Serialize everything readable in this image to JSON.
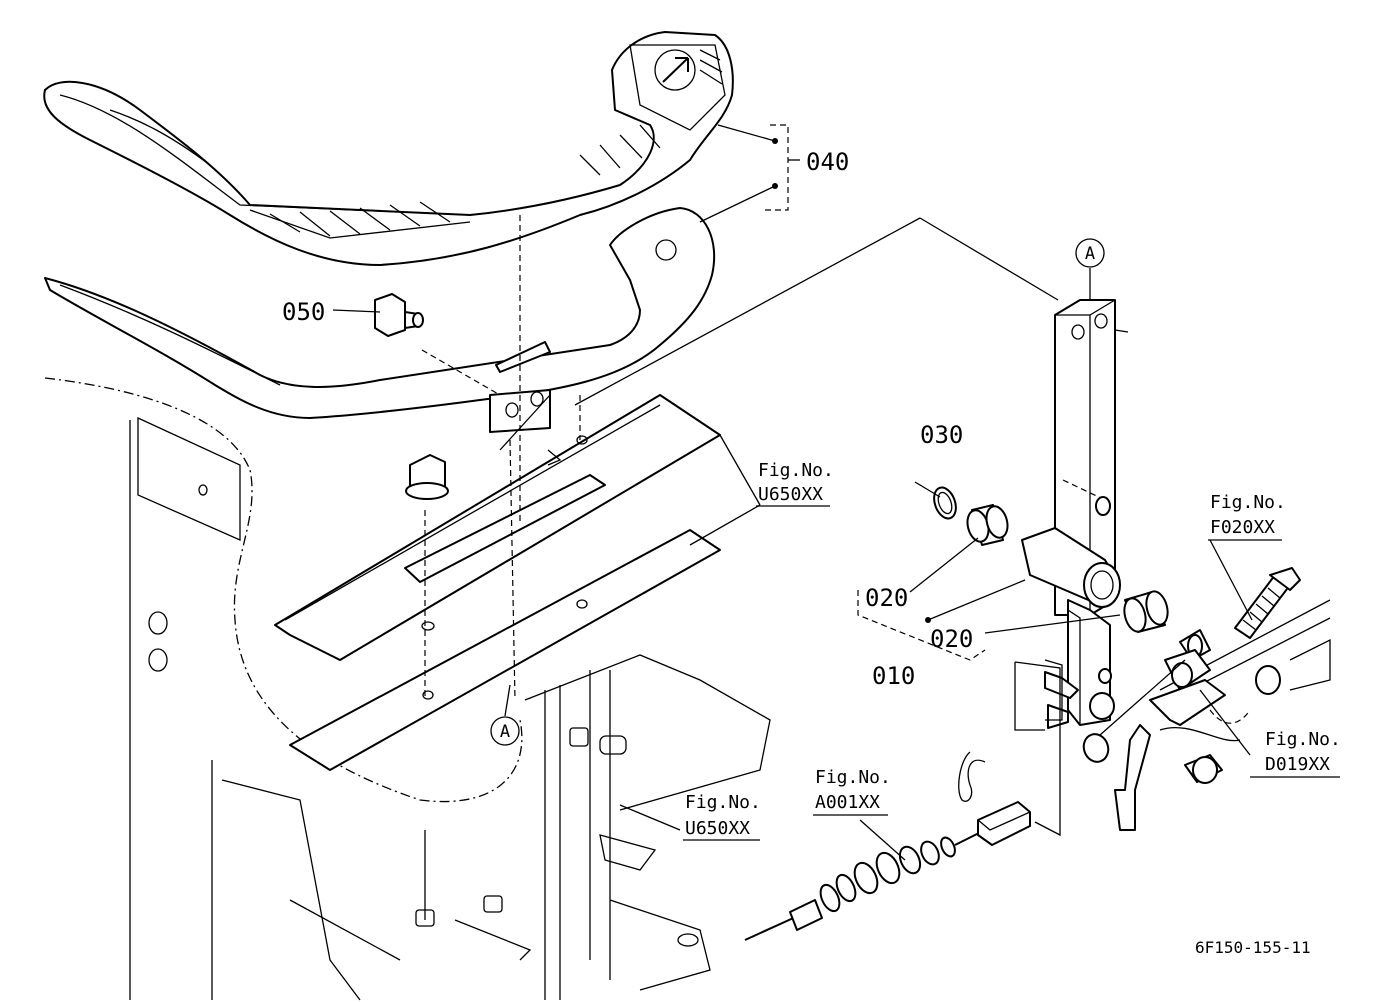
{
  "parts": {
    "p040": "040",
    "p050": "050",
    "p030": "030",
    "p020a": "020",
    "p020b": "020",
    "p010": "010"
  },
  "refs": {
    "a_top": "A",
    "a_bottom": "A",
    "fig_u650_1": {
      "title": "Fig.No.",
      "code": "U650XX"
    },
    "fig_f020": {
      "title": "Fig.No.",
      "code": "F020XX"
    },
    "fig_d019": {
      "title": "Fig.No.",
      "code": "D019XX"
    },
    "fig_a001": {
      "title": "Fig.No.",
      "code": "A001XX"
    },
    "fig_u650_2": {
      "title": "Fig.No.",
      "code": "U650XX"
    }
  },
  "drawing_code": "6F150-155-11"
}
